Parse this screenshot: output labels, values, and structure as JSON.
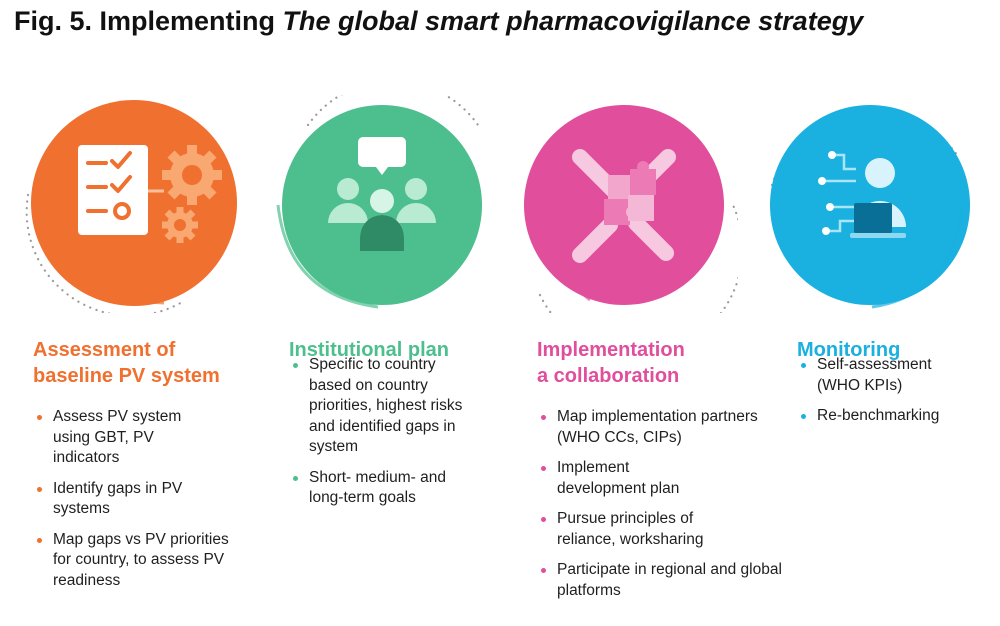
{
  "title": {
    "prefix": "Fig. 5. Implementing ",
    "italic": "The global smart pharmacovigilance strategy"
  },
  "colors": {
    "orange": "#f07030",
    "green": "#4dbf8e",
    "pink": "#e04e9c",
    "blue": "#1ab0e0",
    "dots": "#9a9a9a"
  },
  "steps": [
    {
      "icon": "checklist-gears-icon",
      "heading_line1": "Assessment of",
      "heading_line2": "baseline PV system",
      "bullets": [
        "Assess PV system using GBT, PV indicators",
        "Identify gaps in PV systems",
        "Map gaps vs PV priorities for country, to assess PV readiness"
      ]
    },
    {
      "icon": "group-speech-bubble-icon",
      "heading_line1": "Institutional plan",
      "heading_line2": "",
      "bullets": [
        "Specific to country based on country priorities, highest risks and identified gaps in system",
        "Short- medium- and long-term goals"
      ]
    },
    {
      "icon": "puzzle-hands-icon",
      "heading_line1": "Implementation",
      "heading_line2": "a collaboration",
      "bullets": [
        "Map implementation partners (WHO CCs, CIPs)",
        "Implement development plan",
        "Pursue principles of reliance, worksharing",
        "Participate in regional and global platforms"
      ]
    },
    {
      "icon": "person-laptop-network-icon",
      "heading_line1": "Monitoring",
      "heading_line2": "",
      "bullets": [
        "Self-assessment (WHO KPIs)",
        "Re-benchmarking"
      ]
    }
  ]
}
